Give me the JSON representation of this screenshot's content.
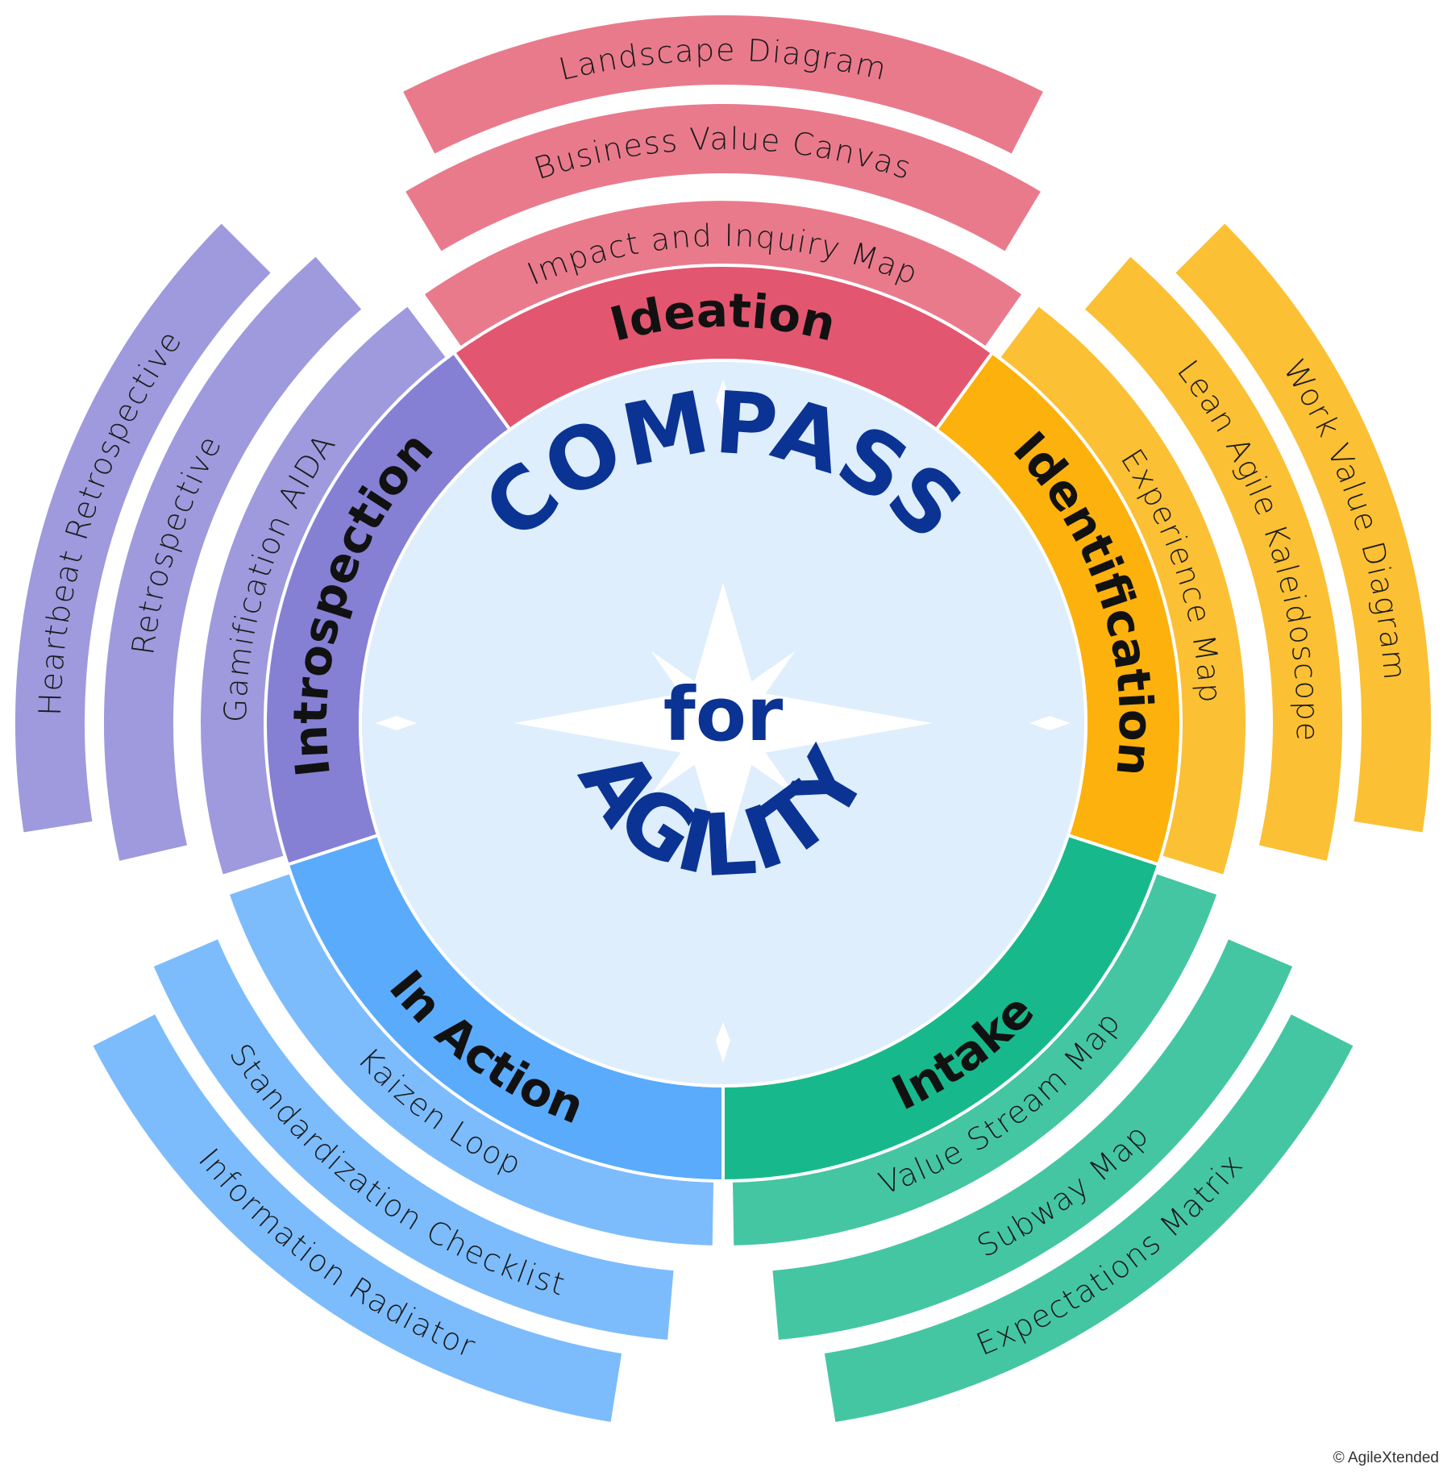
{
  "center_title": {
    "line1": "COMPASS",
    "line2": "for",
    "line3": "AGILITY"
  },
  "phases": [
    {
      "key": "ideation",
      "name": "Ideation",
      "color": "#e35670",
      "light_color": "#e97a8c",
      "tools": [
        "Impact and Inquiry Map",
        "Business Value Canvas",
        "Landscape Diagram"
      ]
    },
    {
      "key": "identification",
      "name": "Identification",
      "color": "#fdb10c",
      "light_color": "#fcc034",
      "tools": [
        "Experience Map",
        "Lean Agile Kaleidoscope",
        "Work Value Diagram"
      ]
    },
    {
      "key": "intake",
      "name": "Intake",
      "color": "#17b98c",
      "light_color": "#45c6a3",
      "tools": [
        "Value Stream Map",
        "Subway Map",
        "Expectations Matrix"
      ]
    },
    {
      "key": "in-action",
      "name": "In Action",
      "color": "#5aabfc",
      "light_color": "#7cbcfd",
      "tools": [
        "Kaizen Loop",
        "Standardization Checklist",
        "Information Radiator"
      ]
    },
    {
      "key": "introspection",
      "name": "Introspection",
      "color": "#8580d4",
      "light_color": "#9e9add",
      "tools": [
        "Gamification AIDA",
        "Retrospective",
        "Heartbeat Retrospective"
      ]
    }
  ],
  "colors": {
    "center_fill": "#deeefc",
    "title": "#0b3394",
    "star": "#ffffff"
  },
  "copyright": "© AgileXtended"
}
